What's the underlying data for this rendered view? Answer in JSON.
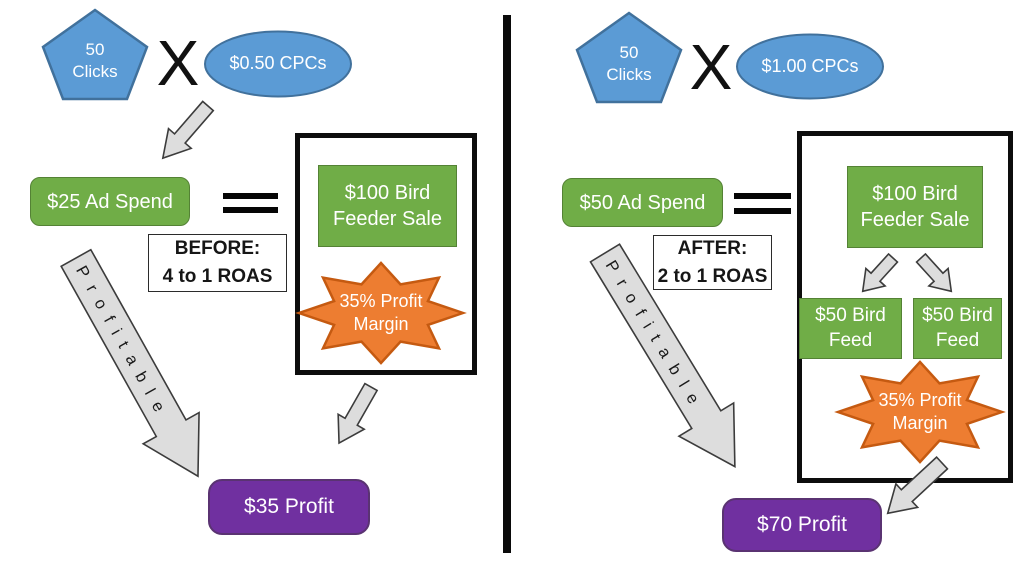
{
  "panels": {
    "left": {
      "clicks_value": "50",
      "clicks_label": "Clicks",
      "multiply_symbol": "X",
      "cpc_label": "$0.50 CPCs",
      "ad_spend_label": "$25 Ad Spend",
      "roas_title": "BEFORE:",
      "roas_value": "4 to 1 ROAS",
      "sale_line1": "$100 Bird",
      "sale_line2": "Feeder Sale",
      "margin_line1": "35% Profit",
      "margin_line2": "Margin",
      "profitable_label": "Profitable",
      "profit_label": "$35 Profit"
    },
    "right": {
      "clicks_value": "50",
      "clicks_label": "Clicks",
      "multiply_symbol": "X",
      "cpc_label": "$1.00 CPCs",
      "ad_spend_label": "$50 Ad Spend",
      "roas_title": "AFTER:",
      "roas_value": "2 to 1 ROAS",
      "sale_line1": "$100 Bird",
      "sale_line2": "Feeder Sale",
      "feed1_line1": "$50 Bird",
      "feed1_line2": "Feed",
      "feed2_line1": "$50 Bird",
      "feed2_line2": "Feed",
      "margin_line1": "35% Profit",
      "margin_line2": "Margin",
      "profitable_label": "Profitable",
      "profit_label": "$70 Profit"
    }
  },
  "colors": {
    "shape_blue": "#5B9BD5",
    "shape_blue_border": "#41719C",
    "shape_green": "#70AD47",
    "shape_green_border": "#548235",
    "shape_orange": "#ED7D31",
    "shape_orange_border": "#C55A11",
    "shape_purple": "#7030A0",
    "shape_purple_border": "#5A3372",
    "arrow_gray": "#DDDDDD",
    "line_black": "#0d0d0d"
  }
}
